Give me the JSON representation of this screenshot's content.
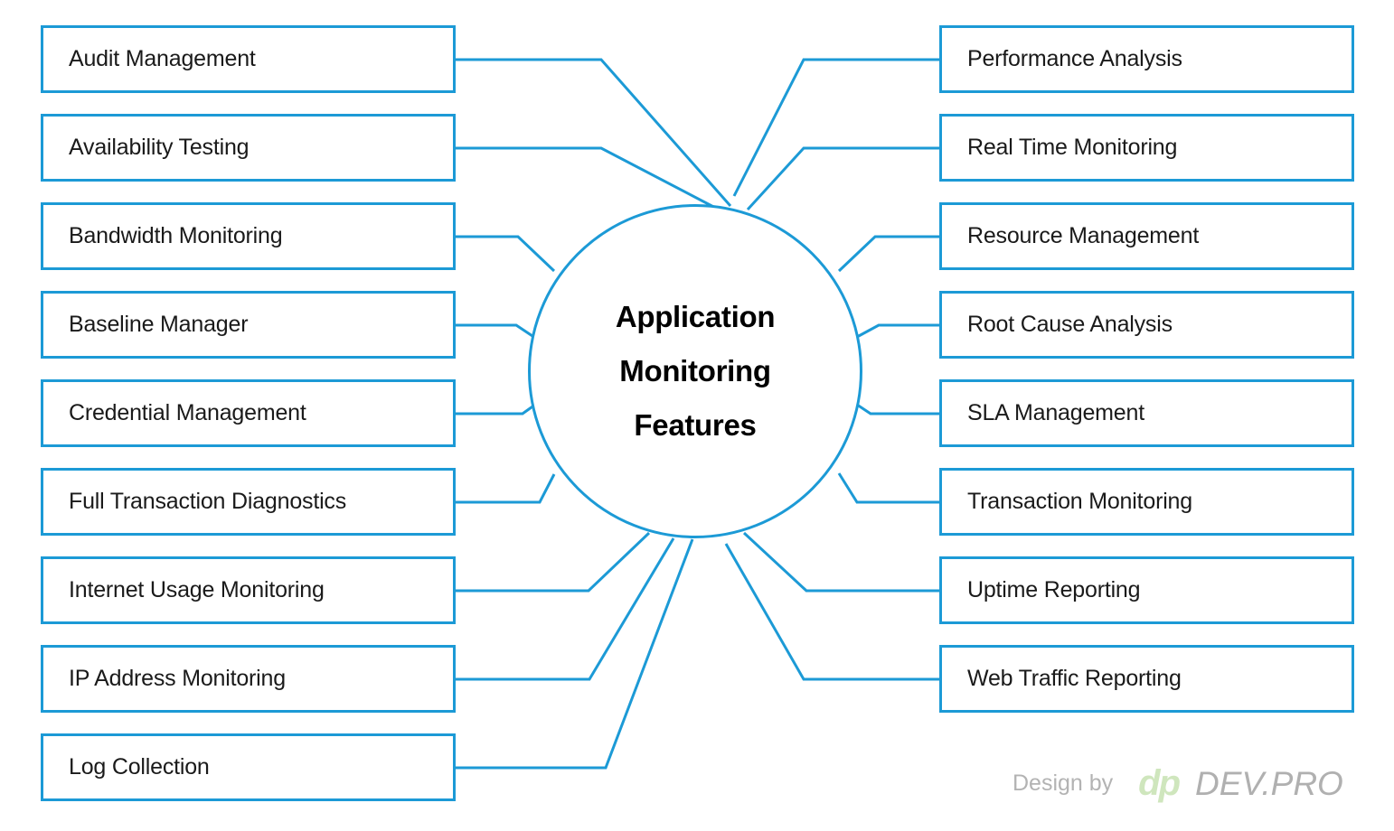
{
  "diagram": {
    "title": "Application Monitoring Features",
    "type": "hub-and-spoke",
    "accent_color": "#1c9ad6",
    "text_color": "#1a1a1a",
    "background_color": "#ffffff",
    "hub": {
      "line1": "Application",
      "line2": "Monitoring",
      "line3": "Features"
    },
    "left_items": [
      {
        "label": "Audit Management"
      },
      {
        "label": "Availability Testing"
      },
      {
        "label": "Bandwidth Monitoring"
      },
      {
        "label": "Baseline Manager"
      },
      {
        "label": "Credential Management"
      },
      {
        "label": "Full Transaction Diagnostics"
      },
      {
        "label": "Internet Usage Monitoring"
      },
      {
        "label": "IP Address Monitoring"
      },
      {
        "label": "Log Collection"
      }
    ],
    "right_items": [
      {
        "label": "Performance Analysis"
      },
      {
        "label": "Real Time Monitoring"
      },
      {
        "label": "Resource Management"
      },
      {
        "label": "Root Cause Analysis"
      },
      {
        "label": "SLA Management"
      },
      {
        "label": "Transaction Monitoring"
      },
      {
        "label": "Uptime Reporting"
      },
      {
        "label": "Web Traffic Reporting"
      }
    ]
  },
  "footer": {
    "credit": "Design by",
    "logo_mark": "dp",
    "logo_word": "DEV.PRO",
    "logo_mark_color": "#cfe6bd",
    "logo_word_color": "#b0b0b0"
  }
}
